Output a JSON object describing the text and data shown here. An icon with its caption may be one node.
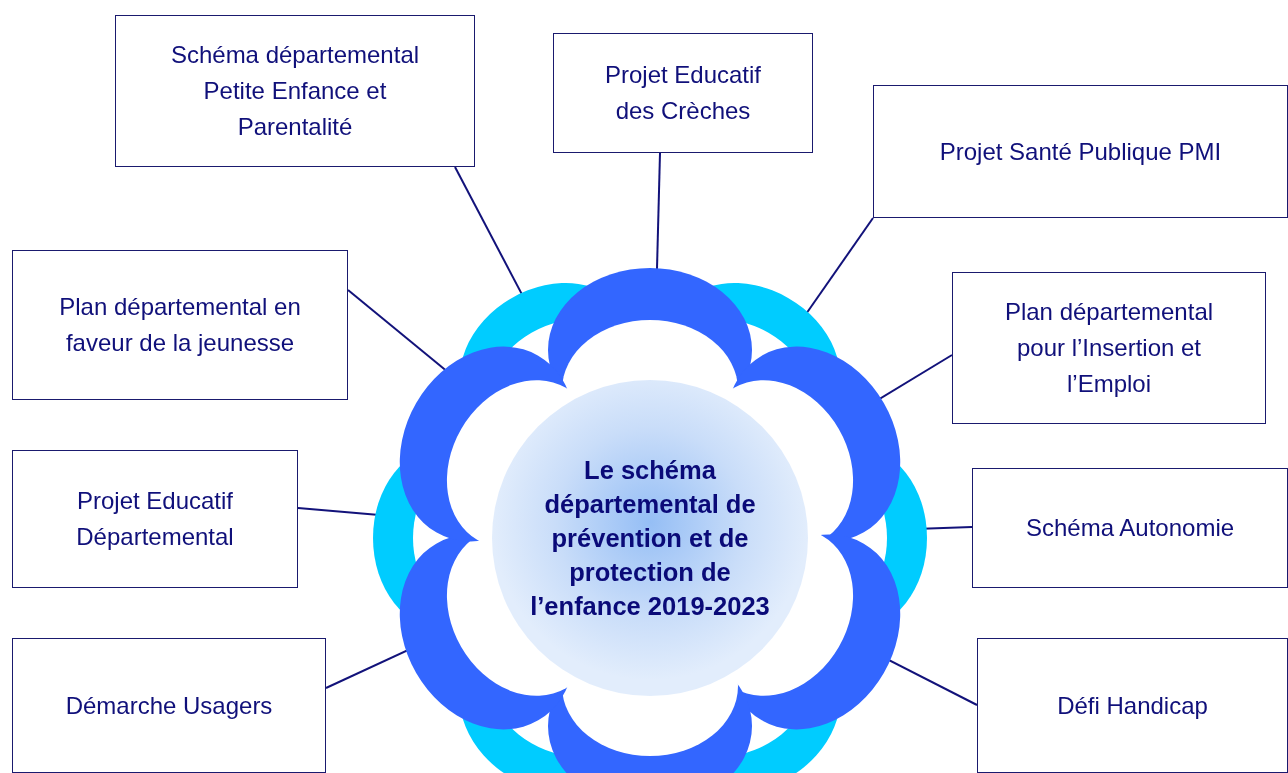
{
  "diagram": {
    "nodes": [
      {
        "text": [
          "Le schéma départemental de prévention et de protection de l’enfance 2019-2023"
        ]
      },
      {
        "text": [
          "Schéma départemental Petite Enfance et Parentalité"
        ]
      },
      {
        "text": [
          "Projet Educatif des Crèches"
        ]
      },
      {
        "text": [
          "Projet Santé Publique PMI"
        ]
      },
      {
        "text": [
          "Plan départemental en faveur de la jeunesse"
        ]
      },
      {
        "text": [
          "Plan départemental pour l’Insertion et l’Emploi"
        ]
      },
      {
        "text": [
          "Projet Educatif Départemental"
        ]
      },
      {
        "text": [
          "Schéma Autonomie"
        ]
      },
      {
        "text": [
          "Démarche Usagers"
        ]
      },
      {
        "text": [
          "Défi Handicap"
        ]
      }
    ],
    "edges": [
      {
        "from": 1,
        "to": 0,
        "arrow": "none"
      },
      {
        "from": 2,
        "to": 0,
        "arrow": "none"
      },
      {
        "from": 3,
        "to": 0,
        "arrow": "none"
      },
      {
        "from": 4,
        "to": 0,
        "arrow": "none"
      },
      {
        "from": 5,
        "to": 0,
        "arrow": "none"
      },
      {
        "from": 6,
        "to": 0,
        "arrow": "none"
      },
      {
        "from": 7,
        "to": 0,
        "arrow": "none"
      },
      {
        "from": 8,
        "to": 0,
        "arrow": "none"
      },
      {
        "from": 9,
        "to": 0,
        "arrow": "none"
      }
    ]
  }
}
